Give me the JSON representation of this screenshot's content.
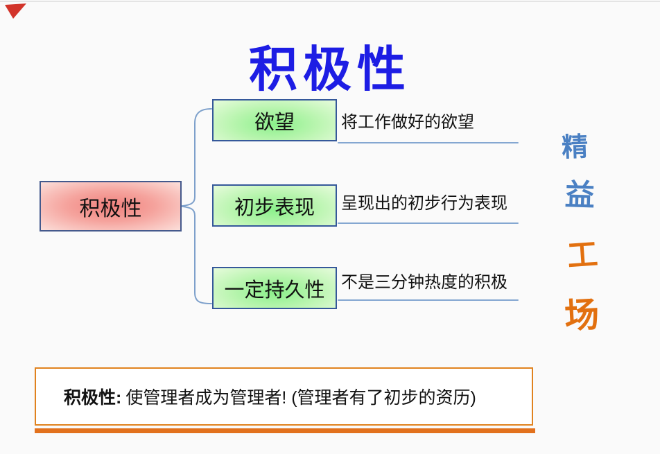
{
  "page": {
    "background": "#fafafa",
    "top_hairline_color": "#e4e4e4"
  },
  "corner_mark": {
    "color": "#d2342a"
  },
  "title": {
    "text": "积极性",
    "color": "#1d1de4"
  },
  "mindmap": {
    "root": {
      "label": "积极性"
    },
    "root_style": {
      "border_color": "#44598c",
      "fill_center": "#f0807c",
      "fill_edge": "#fcdfda"
    },
    "branch_style": {
      "border_color": "#35589a",
      "fill_center": "#8bf08b",
      "fill_edge": "#e7fbdc"
    },
    "connector_color": "#7da0cb",
    "underline_color": "#84a7d1",
    "branches": [
      {
        "label": "欲望",
        "description": "将工作做好的欲望"
      },
      {
        "label": "初步表现",
        "description": "呈现出的初步行为表现"
      },
      {
        "label": "一定持久性",
        "description": "不是三分钟热度的积极"
      }
    ]
  },
  "watermark": {
    "chars": [
      {
        "ch": "精",
        "color": "#4a80c3"
      },
      {
        "ch": "益",
        "color": "#4a80c3"
      },
      {
        "ch": "工",
        "color": "#e2700f"
      },
      {
        "ch": "场",
        "color": "#e2700f"
      }
    ]
  },
  "summary": {
    "label": "积极性:",
    "text": "使管理者成为管理者! (管理者有了初步的资历)",
    "border_color": "#e0821e",
    "rule_color": "#e2711d"
  }
}
